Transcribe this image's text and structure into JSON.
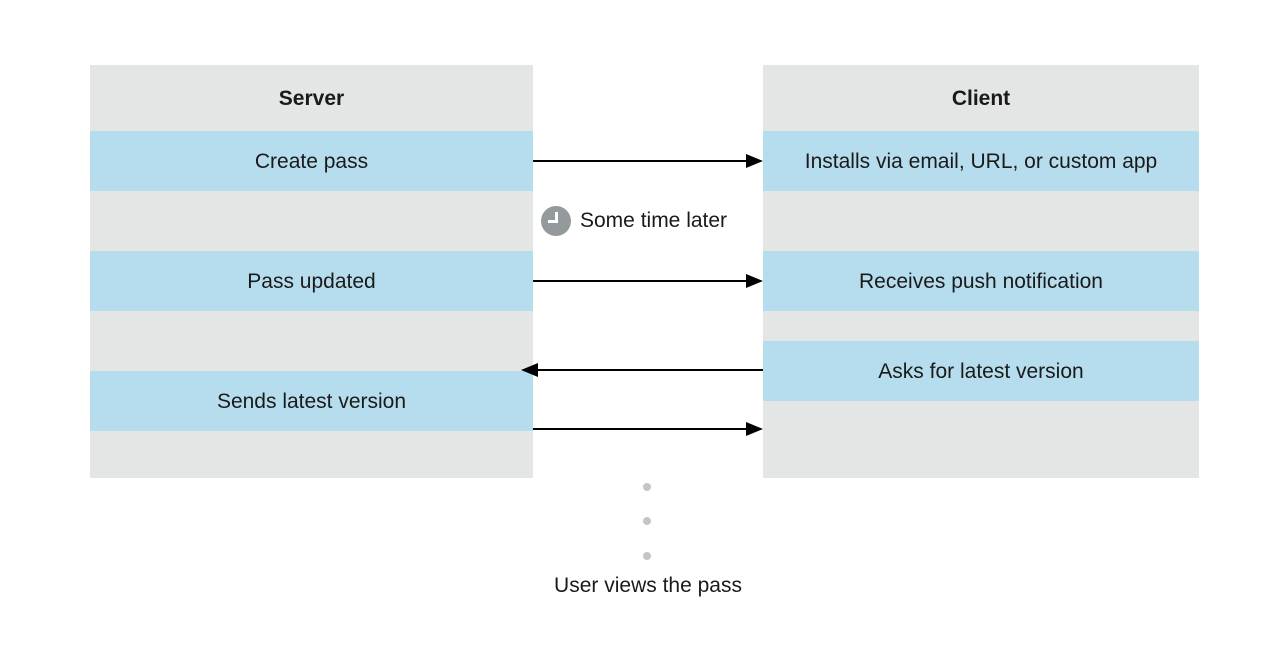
{
  "diagram": {
    "title_left": "Server",
    "title_right": "Client",
    "colors": {
      "row_gray": "#e4e5e5",
      "row_blue": "#b6dded",
      "arrow": "#000000",
      "clock": "#949a9c",
      "dot": "#c3c5c6",
      "text": "#1a1a1a",
      "background": "#ffffff"
    },
    "left_column": {
      "header": "Server",
      "rows": [
        {
          "label": "Create pass",
          "style": "blue"
        },
        {
          "label": "",
          "style": "gray"
        },
        {
          "label": "Pass updated",
          "style": "blue"
        },
        {
          "label": "",
          "style": "gray"
        },
        {
          "label": "Sends latest version",
          "style": "blue"
        },
        {
          "label": "",
          "style": "gray"
        }
      ]
    },
    "right_column": {
      "header": "Client",
      "rows": [
        {
          "label": "Installs via email, URL, or custom app",
          "style": "blue"
        },
        {
          "label": "",
          "style": "gray"
        },
        {
          "label": "Receives push notification",
          "style": "blue"
        },
        {
          "label": "",
          "style": "gray"
        },
        {
          "label": "Asks for latest version",
          "style": "blue"
        },
        {
          "label": "",
          "style": "gray"
        }
      ]
    },
    "arrows": [
      {
        "direction": "right",
        "from": "Server",
        "to": "Client"
      },
      {
        "direction": "right",
        "from": "Server",
        "to": "Client"
      },
      {
        "direction": "left",
        "from": "Client",
        "to": "Server"
      },
      {
        "direction": "right",
        "from": "Server",
        "to": "Client"
      }
    ],
    "time_gap": {
      "icon": "clock-icon",
      "label": "Some time later"
    },
    "ellipsis_dots": 3,
    "caption": "User views the pass"
  }
}
